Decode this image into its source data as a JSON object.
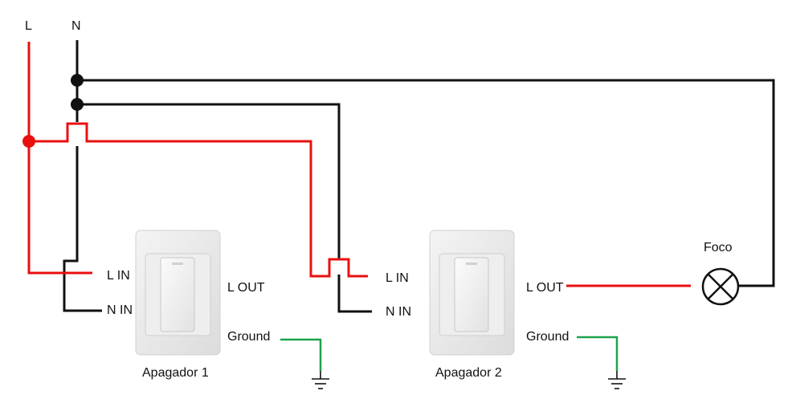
{
  "terminals": {
    "line_label": "L",
    "neutral_label": "N"
  },
  "switch1": {
    "caption": "Apagador 1",
    "l_in": "L IN",
    "n_in": "N IN",
    "l_out": "L OUT",
    "ground": "Ground"
  },
  "switch2": {
    "caption": "Apagador 2",
    "l_in": "L IN",
    "n_in": "N IN",
    "l_out": "L OUT",
    "ground": "Ground"
  },
  "lamp": {
    "label": "Foco"
  },
  "colors": {
    "line": "#e8100f",
    "neutral": "#111111",
    "ground": "#1ea34a",
    "switch_plate": "#e9e9e9"
  }
}
